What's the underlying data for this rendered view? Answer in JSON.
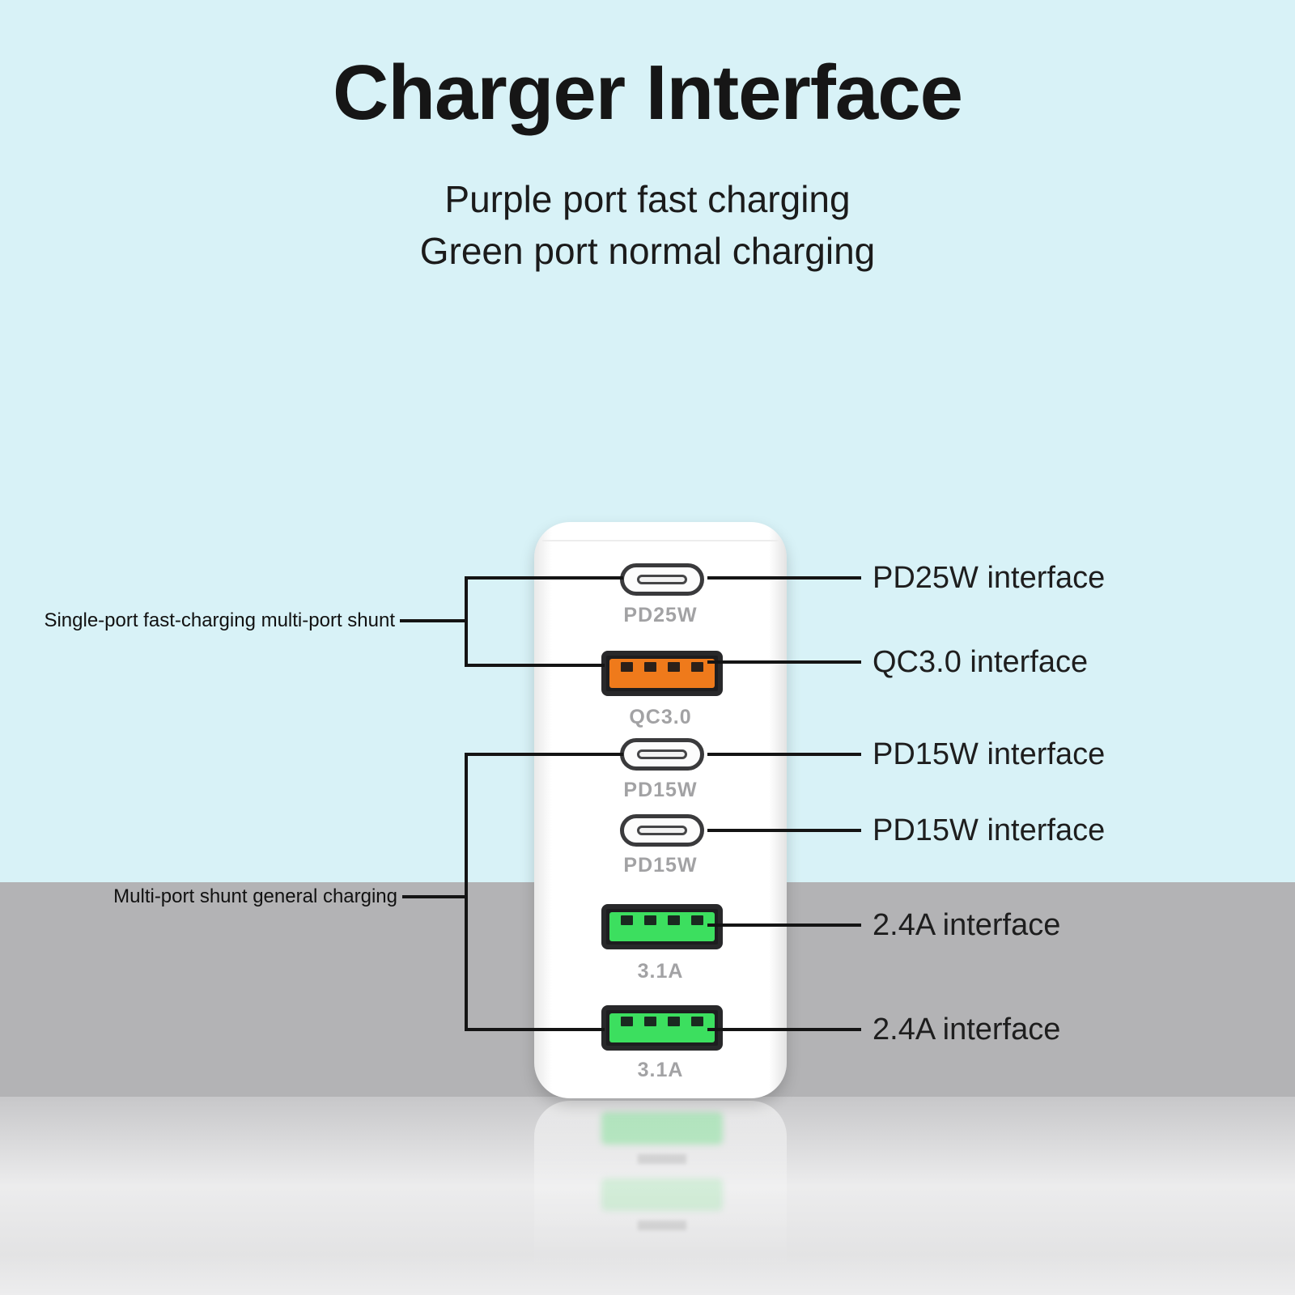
{
  "page": {
    "title": "Charger Interface",
    "subtitle_line1": "Purple port fast charging",
    "subtitle_line2": "Green port normal charging"
  },
  "charger": {
    "ports": [
      {
        "type": "usb-c",
        "label": "PD25W"
      },
      {
        "type": "usb-a",
        "color": "orange",
        "label": "QC3.0"
      },
      {
        "type": "usb-c",
        "label": "PD15W"
      },
      {
        "type": "usb-c",
        "label": "PD15W"
      },
      {
        "type": "usb-a",
        "color": "green",
        "label": "3.1A"
      },
      {
        "type": "usb-a",
        "color": "green",
        "label": "3.1A"
      }
    ]
  },
  "annotations": {
    "left": [
      {
        "label": "Single-port fast-charging multi-port shunt"
      },
      {
        "label": "Multi-port shunt general charging"
      }
    ],
    "right": [
      {
        "label": "PD25W interface"
      },
      {
        "label": "QC3.0 interface"
      },
      {
        "label": "PD15W interface"
      },
      {
        "label": "PD15W interface"
      },
      {
        "label": "2.4A interface"
      },
      {
        "label": "2.4A interface"
      }
    ]
  },
  "colors": {
    "background_top": "#d8f2f7",
    "background_band": "#b3b3b5",
    "port_orange": "#ef7a1b",
    "port_green": "#3cdf5f"
  }
}
